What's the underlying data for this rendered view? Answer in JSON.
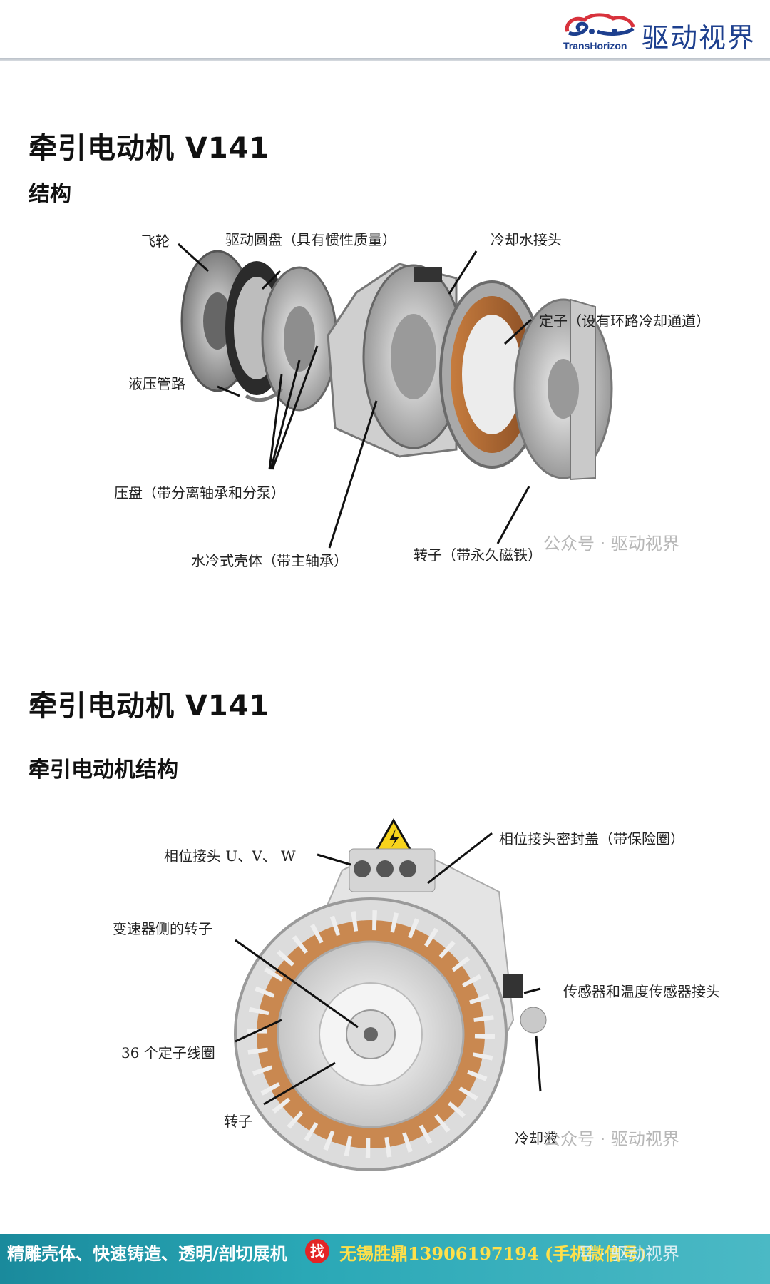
{
  "header": {
    "logo_text": "驱动视界",
    "logo_sub": "TransHorizon"
  },
  "section1": {
    "title": "牵引电动机 V141",
    "subtitle": "结构",
    "labels": {
      "flywheel": "飞轮",
      "drive_disc": "驱动圆盘（具有惯性质量）",
      "coolant_connector": "冷却水接头",
      "stator": "定子（设有环路冷却通道）",
      "hydraulic_line": "液压管路",
      "pressure_plate": "压盘（带分离轴承和分泵）",
      "housing": "水冷式壳体（带主轴承）",
      "rotor": "转子（带永久磁铁）"
    },
    "watermark": "公众号 · 驱动视界"
  },
  "section2": {
    "title": "牵引电动机 V141",
    "subtitle": "牵引电动机结构",
    "labels": {
      "phase_connectors": "相位接头 U、V、 W",
      "phase_cover": "相位接头密封盖（带保险圈）",
      "gearbox_rotor": "变速器侧的转子",
      "sensor_connector": "传感器和温度传感器接头",
      "stator_coils": "36 个定子线圈",
      "rotor": "转子",
      "coolant": "冷却液"
    },
    "watermark": "公众号 · 驱动视界"
  },
  "footer": {
    "left": "精雕壳体、快速铸造、透明/剖切展机",
    "find": "找",
    "right": "无锡胜鼎13906197194 (手机微信号)",
    "watermark": "号 · 驱动视界"
  }
}
